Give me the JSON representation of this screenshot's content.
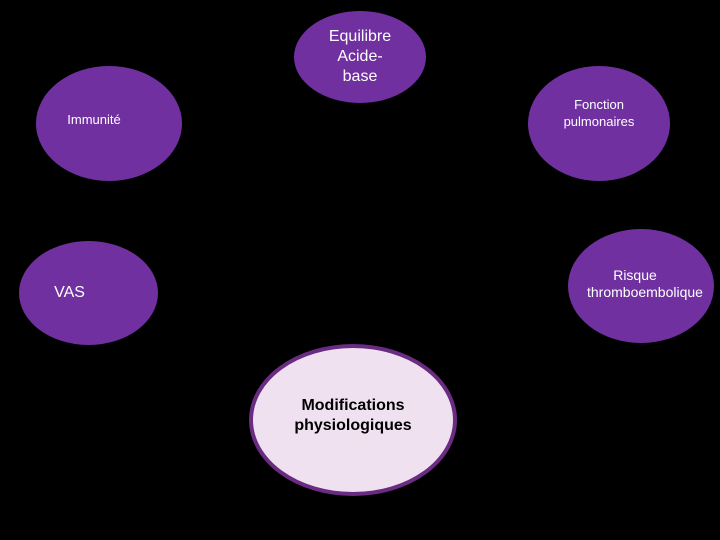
{
  "diagram": {
    "center": {
      "label": "Modifications physiologiques"
    },
    "nodes": {
      "equilibre": "Equilibre Acide-base",
      "immunite": "Immunité",
      "fonction_pulmonaire": "Fonction pulmonaires",
      "vas": "VAS",
      "risque": "Risque thromboembolique"
    }
  },
  "colors": {
    "background": "#000000",
    "node_fill": "#7030a0",
    "center_fill": "#f0e1f0",
    "center_border": "#6a2b82"
  }
}
